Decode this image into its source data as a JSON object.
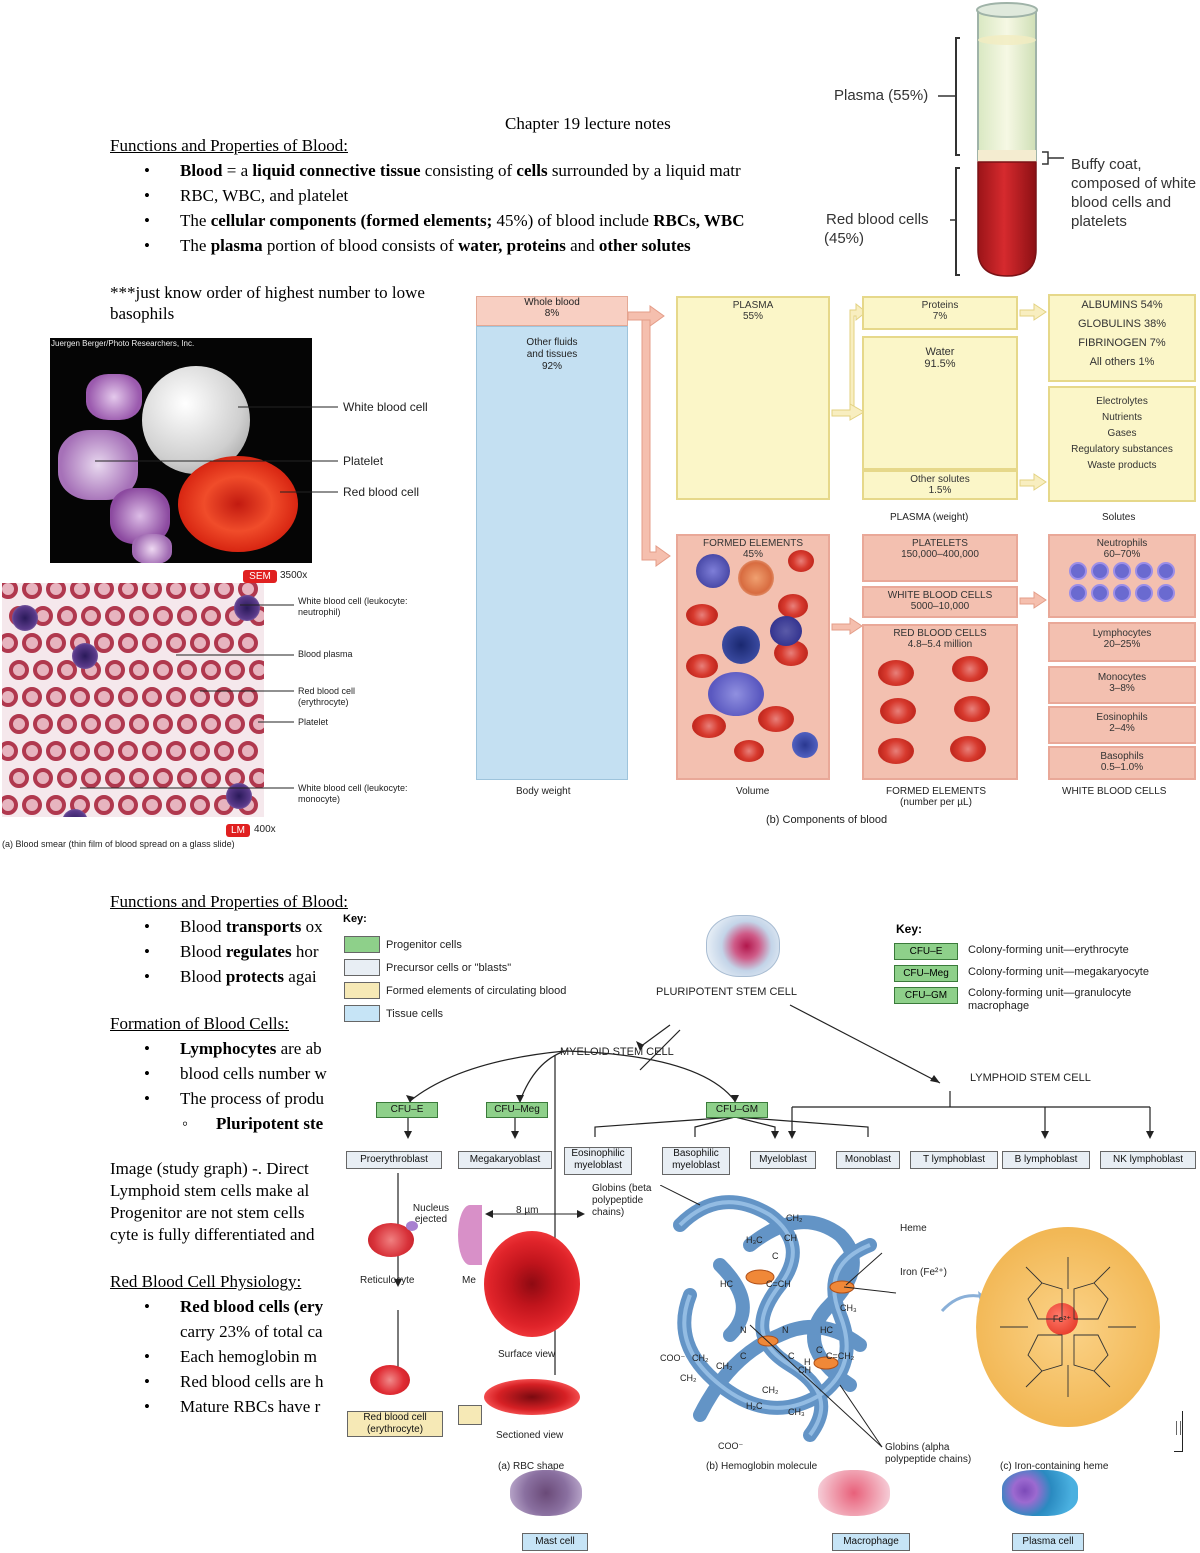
{
  "page1": {
    "chapter_title": "Chapter 19 lecture notes",
    "heading": "Functions and Properties of Blood:",
    "bullets": [
      {
        "parts": [
          {
            "t": "Blood",
            "b": true
          },
          {
            "t": " = a ",
            "b": false
          },
          {
            "t": "liquid connective tissue",
            "b": true
          },
          {
            "t": " consisting of ",
            "b": false
          },
          {
            "t": "cells",
            "b": true
          },
          {
            "t": " surrounded by a liquid matr",
            "b": false
          }
        ]
      },
      {
        "parts": [
          {
            "t": "RBC, WBC, and platelet",
            "b": false
          }
        ]
      },
      {
        "parts": [
          {
            "t": "The ",
            "b": false
          },
          {
            "t": "cellular components (formed elements;",
            "b": true
          },
          {
            "t": " 45%) of blood include ",
            "b": false
          },
          {
            "t": "RBCs, WBC",
            "b": true
          }
        ]
      },
      {
        "parts": [
          {
            "t": "The ",
            "b": false
          },
          {
            "t": "plasma",
            "b": true
          },
          {
            "t": " portion of blood consists of ",
            "b": false
          },
          {
            "t": "water, proteins",
            "b": true
          },
          {
            "t": " and ",
            "b": false
          },
          {
            "t": "other solutes",
            "b": true
          }
        ]
      }
    ],
    "note_line1": "***just know order of highest number to lowe",
    "note_line2": "basophils"
  },
  "test_tube": {
    "plasma": "Plasma (55%)",
    "buffy_coat": "Buffy coat, composed of white blood cells and platelets",
    "rbc_line1": "Red blood cells",
    "rbc_line2": "(45%)"
  },
  "sem_figure": {
    "credit": "Juergen Berger/Photo Researchers, Inc.",
    "white_blood_cell": "White blood cell",
    "platelet": "Platelet",
    "red_blood_cell": "Red blood cell",
    "sem_badge": "SEM",
    "sem_mag": "3500x"
  },
  "smear_figure": {
    "wbc_neutrophil": "White blood cell (leukocyte: neutrophil)",
    "blood_plasma": "Blood plasma",
    "rbc_erythrocyte": "Red blood cell (erythrocyte)",
    "platelet": "Platelet",
    "wbc_monocyte": "White blood cell (leukocyte: monocyte)",
    "lm_badge": "LM",
    "lm_mag": "400x",
    "caption": "(a) Blood smear (thin film of blood spread on a glass slide)"
  },
  "components_figure": {
    "whole_blood": "Whole blood",
    "whole_blood_pct": "8%",
    "other_fluids": "Other fluids and tissues",
    "other_fluids_pct": "92%",
    "body_weight": "Body weight",
    "plasma": "PLASMA",
    "plasma_pct": "55%",
    "proteins": "Proteins",
    "proteins_pct": "7%",
    "water": "Water",
    "water_pct": "91.5%",
    "other_solutes": "Other solutes",
    "other_solutes_pct": "1.5%",
    "plasma_weight": "PLASMA (weight)",
    "albumins": "ALBUMINS 54%",
    "globulins": "GLOBULINS 38%",
    "fibrinogen": "FIBRINOGEN 7%",
    "all_others": "All others 1%",
    "solutes_list": [
      "Electrolytes",
      "Nutrients",
      "Gases",
      "Regulatory substances",
      "Waste products"
    ],
    "solutes": "Solutes",
    "formed_elements": "FORMED ELEMENTS",
    "formed_elements_pct": "45%",
    "volume": "Volume",
    "platelets": "PLATELETS",
    "platelets_count": "150,000–400,000",
    "wbcs": "WHITE BLOOD CELLS",
    "wbcs_count": "5000–10,000",
    "rbcs": "RED BLOOD CELLS",
    "rbcs_count": "4.8–5.4 million",
    "formed_elements_label": "FORMED ELEMENTS",
    "number_per_ul": "(number per µL)",
    "neutrophils": "Neutrophils",
    "neutrophils_pct": "60–70%",
    "lymphocytes": "Lymphocytes",
    "lymphocytes_pct": "20–25%",
    "monocytes": "Monocytes",
    "monocytes_pct": "3–8%",
    "eosinophils": "Eosinophils",
    "eosinophils_pct": "2–4%",
    "basophils": "Basophils",
    "basophils_pct": "0.5–1.0%",
    "white_blood_cells": "WHITE BLOOD CELLS",
    "caption": "(b) Components of blood"
  },
  "page2": {
    "heading1": "Functions and Properties of Blood:",
    "b1": [
      [
        {
          "t": "Blood ",
          "b": false
        },
        {
          "t": "transports",
          "b": true
        },
        {
          "t": " ox",
          "b": false
        }
      ],
      [
        {
          "t": "Blood ",
          "b": false
        },
        {
          "t": "regulates",
          "b": true
        },
        {
          "t": " hor",
          "b": false
        }
      ],
      [
        {
          "t": "Blood ",
          "b": false
        },
        {
          "t": "protects",
          "b": true
        },
        {
          "t": " agai",
          "b": false
        }
      ]
    ],
    "heading2": "Formation of Blood Cells:",
    "b2": [
      [
        {
          "t": "Lymphocytes",
          "b": true
        },
        {
          "t": " are ab",
          "b": false
        }
      ],
      [
        {
          "t": "blood cells number w",
          "b": false
        }
      ],
      [
        {
          "t": "The process of produ",
          "b": false
        }
      ]
    ],
    "sub2": [
      {
        "t": "Pluripotent ste",
        "b": true
      }
    ],
    "para_lines": [
      "Image (study graph) -. Direct",
      "Lymphoid stem cells make al",
      "Progenitor are not stem cells",
      "cyte is fully differentiated and"
    ],
    "heading3": "Red Blood Cell Physiology:",
    "b3": [
      [
        {
          "t": "Red blood cells (ery",
          "b": true
        }
      ],
      [
        {
          "t": "Each hemoglobin m",
          "b": false
        }
      ],
      [
        {
          "t": "Red blood cells are h",
          "b": false
        }
      ],
      [
        {
          "t": "Mature RBCs have r",
          "b": false
        }
      ]
    ],
    "b3_cont": "carry 23% of total ca"
  },
  "hematopoiesis": {
    "key_title": "Key:",
    "key_items": [
      "Progenitor cells",
      "Precursor cells or \"blasts\"",
      "Formed elements of circulating blood",
      "Tissue cells"
    ],
    "key2_title": "Key:",
    "key2_items": [
      {
        "code": "CFU–E",
        "desc": "Colony-forming unit—erythrocyte"
      },
      {
        "code": "CFU–Meg",
        "desc": "Colony-forming unit—megakaryocyte"
      },
      {
        "code": "CFU–GM",
        "desc": "Colony-forming unit—granulocyte macrophage"
      }
    ],
    "pluripotent": "PLURIPOTENT STEM CELL",
    "myeloid": "MYELOID STEM CELL",
    "lymphoid": "LYMPHOID STEM CELL",
    "cfu_e": "CFU–E",
    "cfu_meg": "CFU–Meg",
    "cfu_gm": "CFU–GM",
    "proerythroblast": "Proerythroblast",
    "megakaryoblast": "Megakaryoblast",
    "eosinophilic": "Eosinophilic myeloblast",
    "basophilic": "Basophilic myeloblast",
    "myeloblast": "Myeloblast",
    "monoblast": "Monoblast",
    "t_lymph": "T lymphoblast",
    "b_lymph": "B lymphoblast",
    "nk_lymph": "NK lymphoblast",
    "nucleus_ejected": "Nucleus ejected",
    "reticulocyte": "Reticulocyte",
    "me": "Me",
    "red_blood_cell_box": "Red blood cell (erythrocyte)",
    "mast_cell": "Mast cell",
    "macrophage": "Macrophage",
    "plasma_cell": "Plasma cell",
    "rbc_size": "8 µm",
    "surface_view": "Surface view",
    "sectioned_view": "Sectioned view",
    "rbc_shape": "(a) RBC shape",
    "globins_beta": "Globins (beta polypeptide chains)",
    "heme": "Heme",
    "iron": "Iron (Fe²⁺)",
    "globins_alpha": "Globins (alpha polypeptide chains)",
    "hemoglobin_caption": "(b) Hemoglobin molecule",
    "heme_caption": "(c) Iron-containing heme",
    "fe": "Fe²⁺",
    "chem_labels": [
      "CH₂",
      "H₃C",
      "C",
      "CH",
      "HC",
      "C=CH",
      "N",
      "CH₃",
      "HC",
      "C",
      "N",
      "C",
      "C",
      "CH₂",
      "C=CH₂",
      "COO⁻",
      "CH₂",
      "CH₂",
      "H₂C",
      "CH₂",
      "CH₃",
      "COO⁻",
      "CH",
      "H"
    ]
  }
}
